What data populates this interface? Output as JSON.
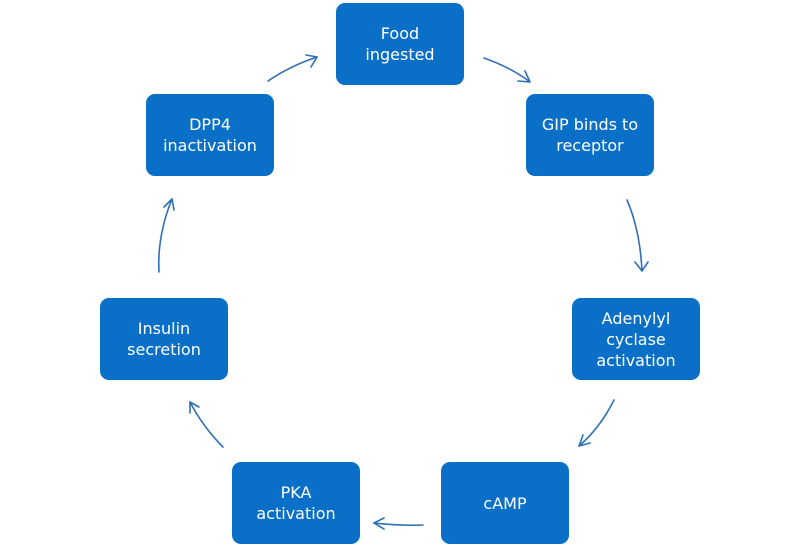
{
  "diagram": {
    "type": "cycle",
    "nodes": [
      {
        "id": "food",
        "label": "Food\ningested"
      },
      {
        "id": "gip",
        "label": "GIP binds to\nreceptor"
      },
      {
        "id": "adenylyl",
        "label": "Adenylyl\ncyclase\nactivation"
      },
      {
        "id": "camp",
        "label": "cAMP"
      },
      {
        "id": "pka",
        "label": "PKA\nactivation"
      },
      {
        "id": "insulin",
        "label": "Insulin\nsecretion"
      },
      {
        "id": "dpp4",
        "label": "DPP4\ninactivation"
      }
    ],
    "colors": {
      "box": "#0a6fc7",
      "box_text": "#ffffff",
      "arrow": "#2f6fb5",
      "background": "#ffffff"
    }
  }
}
